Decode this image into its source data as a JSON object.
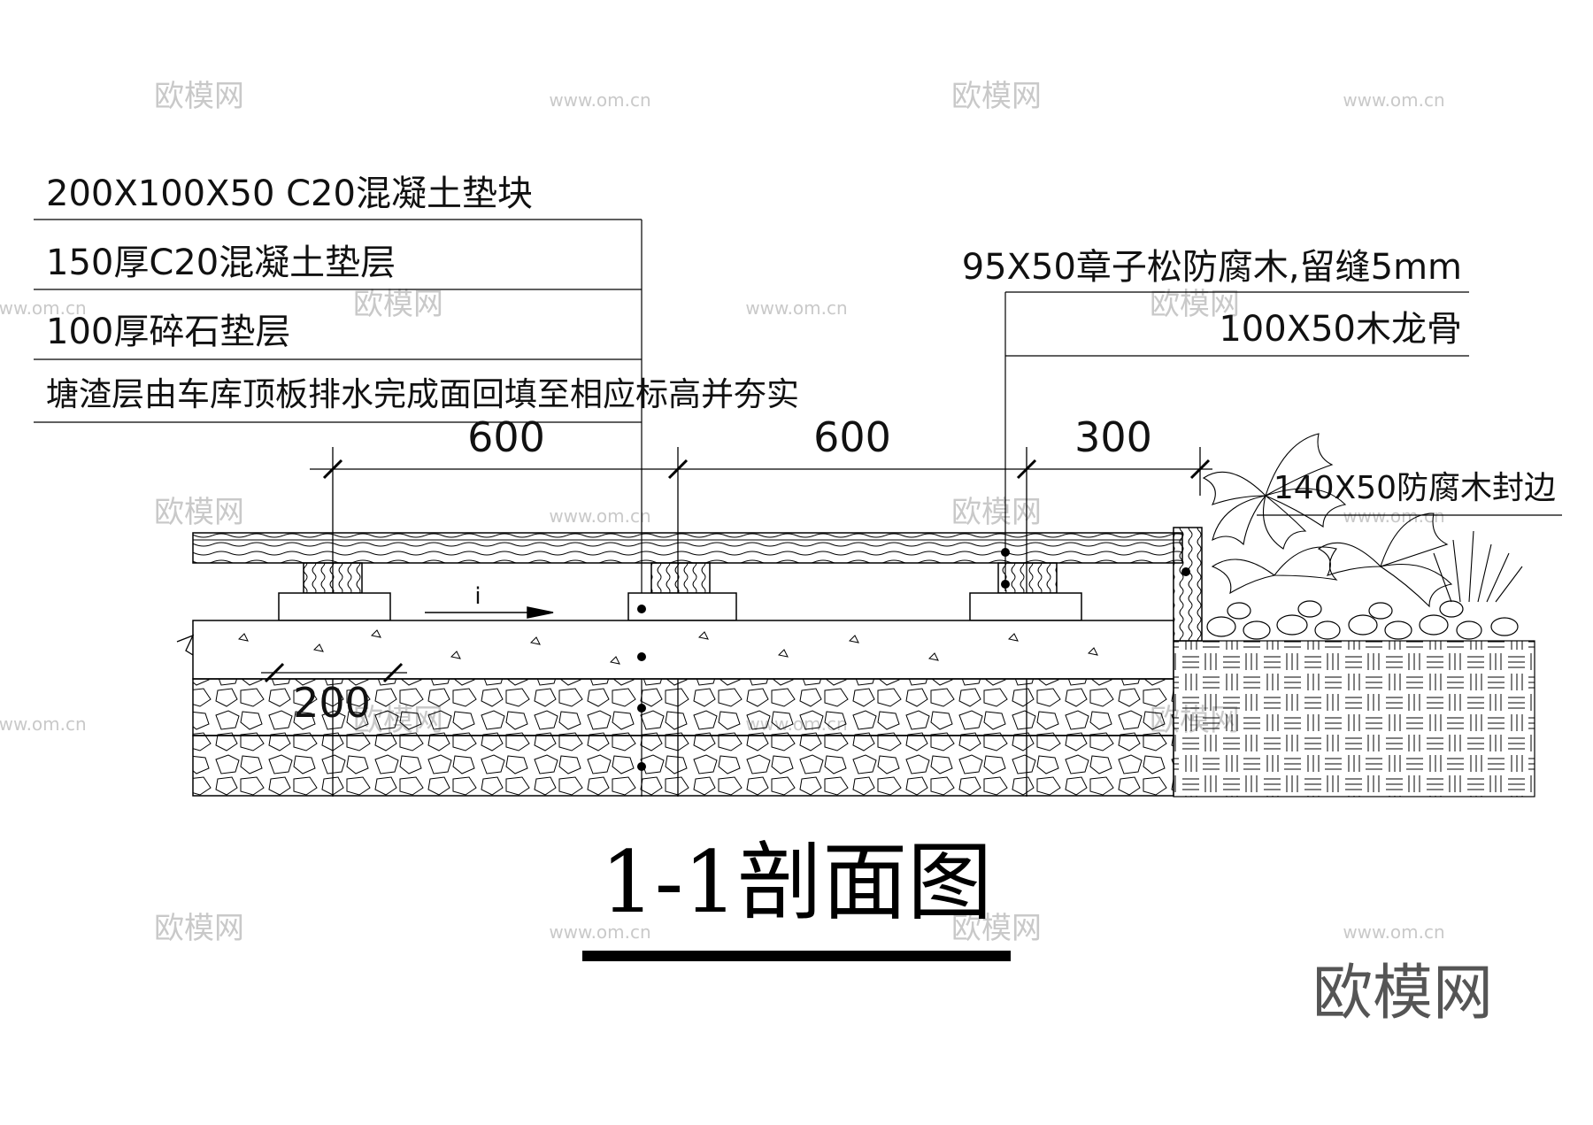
{
  "title": "1-1剖面图",
  "brand": "欧模网",
  "watermark": {
    "logo_text": "欧模网",
    "url_text": "www.om.cn"
  },
  "left_callouts": [
    "200X100X50 C20混凝土垫块",
    "150厚C20混凝土垫层",
    "100厚碎石垫层",
    "塘渣层由车库顶板排水完成面回填至相应标高并夯实"
  ],
  "right_callouts": [
    "95X50章子松防腐木,留缝5mm",
    "100X50木龙骨"
  ],
  "edge_callout": "140X50防腐木封边",
  "dimensions": {
    "top": [
      "600",
      "600",
      "300"
    ],
    "bottom": "200"
  },
  "slope_label": "i",
  "colors": {
    "line": "#000000",
    "watermark": "#c9c9c9",
    "background": "#ffffff"
  }
}
